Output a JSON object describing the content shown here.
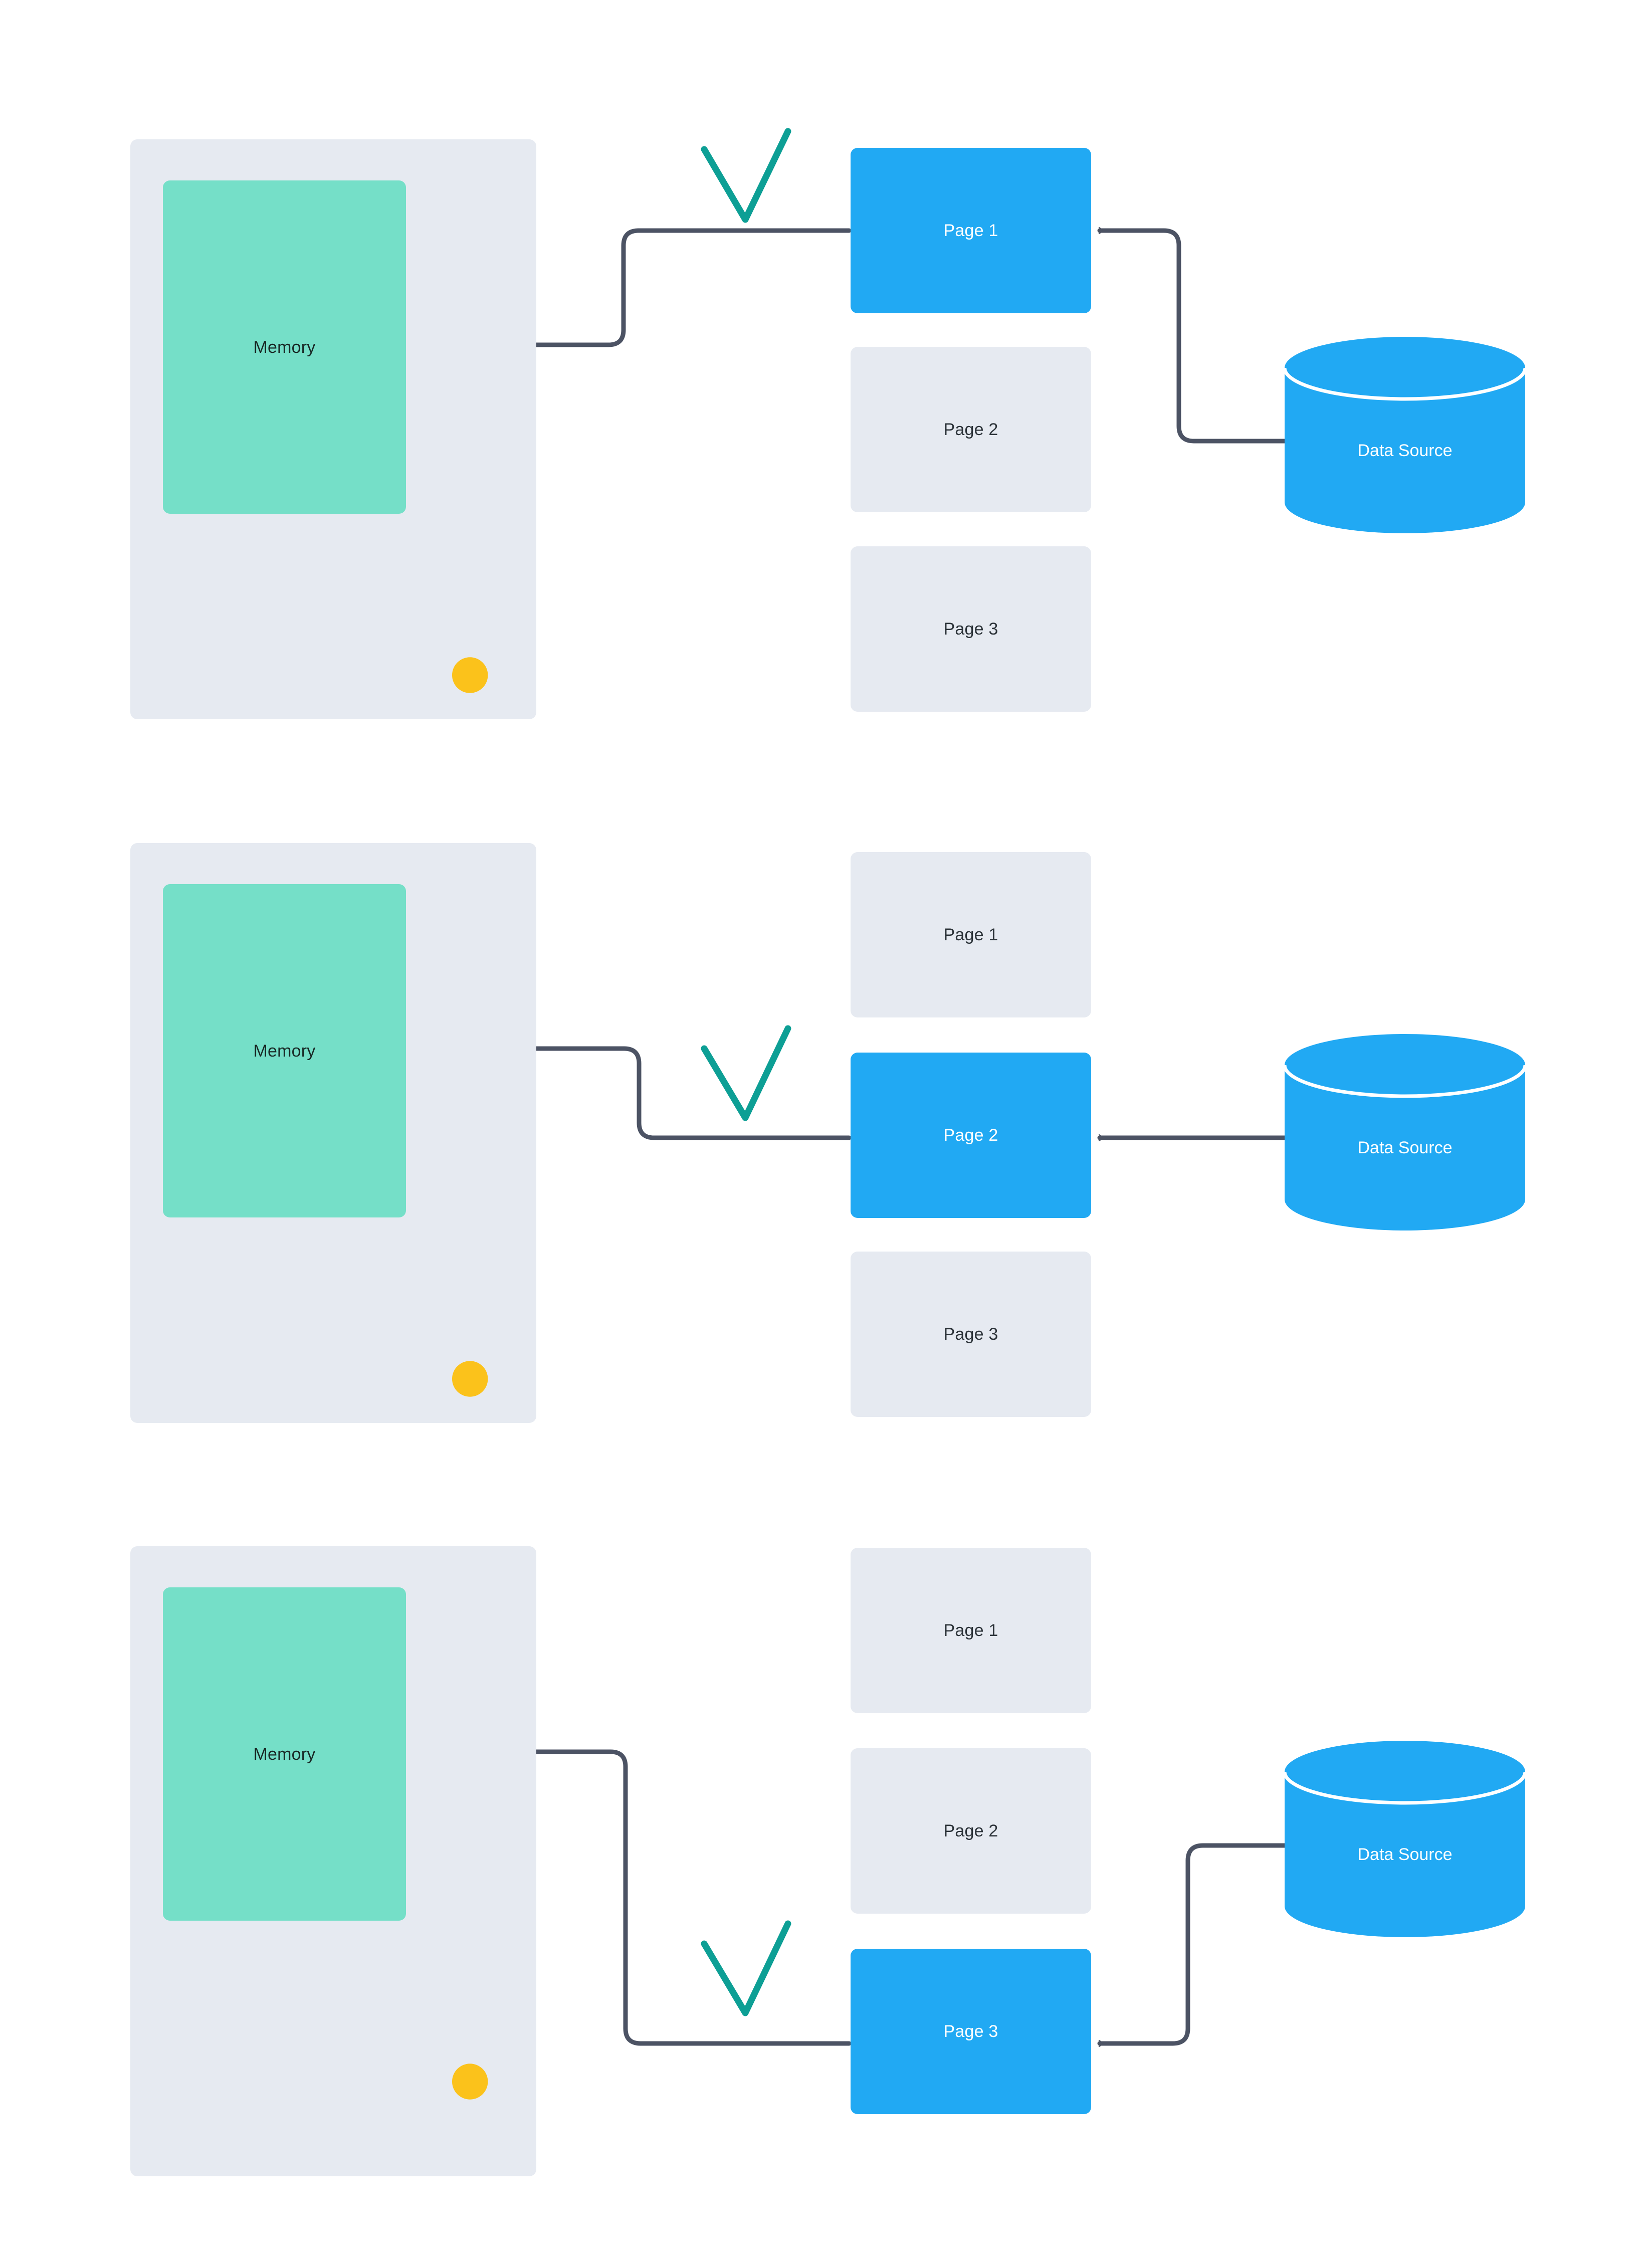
{
  "diagram": {
    "title": "Paging / memory page-load sequence",
    "type": "flow-diagram",
    "step_count": 3
  },
  "colors": {
    "panel_background": "#e6eaf1",
    "memory_fill": "#75DFC8",
    "memory_text": "#182724",
    "page_idle_fill": "#e6eaf1",
    "page_idle_text": "#2b3238",
    "page_active_fill": "#21A9F3",
    "page_active_text": "#ffffff",
    "datasource_fill": "#21A9F3",
    "datasource_text": "#ffffff",
    "connector_stroke": "#4c5364",
    "check_stroke": "#0D9F95",
    "logo_teal": "#00BFAE",
    "logo_navy": "#2F3542",
    "logo_yellow": "#FDC залив"
  },
  "logo": {
    "name": "eclipse-logo",
    "teal": "#00BFAE",
    "navy": "#2F3542",
    "yellow": "#FBC21B"
  },
  "panels": [
    {
      "id": "step-1",
      "memory": {
        "label": "Memory"
      },
      "pages": [
        {
          "label": "Page 1",
          "state": "active"
        },
        {
          "label": "Page 2",
          "state": "idle"
        },
        {
          "label": "Page 3",
          "state": "idle"
        }
      ],
      "datasource": {
        "label": "Data Source"
      },
      "check": {
        "name": "checkmark",
        "visible": true
      },
      "flow": "Data Source loads Page 1 into Memory"
    },
    {
      "id": "step-2",
      "memory": {
        "label": "Memory"
      },
      "pages": [
        {
          "label": "Page 1",
          "state": "idle"
        },
        {
          "label": "Page 2",
          "state": "active"
        },
        {
          "label": "Page 3",
          "state": "idle"
        }
      ],
      "datasource": {
        "label": "Data Source"
      },
      "check": {
        "name": "checkmark",
        "visible": true
      },
      "flow": "Data Source loads Page 2 into Memory"
    },
    {
      "id": "step-3",
      "memory": {
        "label": "Memory"
      },
      "pages": [
        {
          "label": "Page 1",
          "state": "idle"
        },
        {
          "label": "Page 2",
          "state": "idle"
        },
        {
          "label": "Page 3",
          "state": "active"
        }
      ],
      "datasource": {
        "label": "Data Source"
      },
      "check": {
        "name": "checkmark",
        "visible": true
      },
      "flow": "Data Source loads Page 3 into Memory"
    }
  ]
}
